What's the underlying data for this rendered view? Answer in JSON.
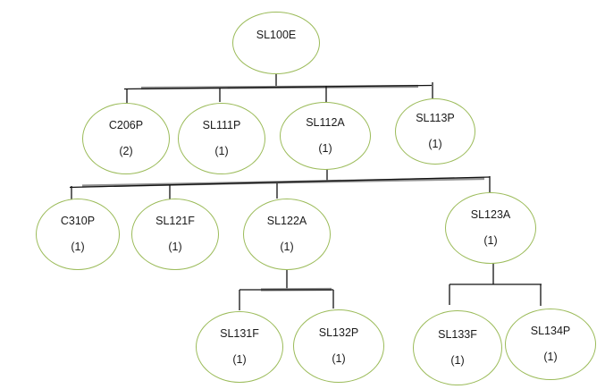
{
  "diagram": {
    "type": "tree",
    "background_color": "#ffffff",
    "node_outline_color": "#9bbb59",
    "node_fill_color": "#ffffff",
    "connector_color": "#121212",
    "connector_shadow_color": "#919191",
    "text_color": "#1a1a1a",
    "nodes": [
      {
        "id": "SL100E",
        "label": "SL100E",
        "count": "",
        "parent": null
      },
      {
        "id": "C206P",
        "label": "C206P",
        "count": "(2)",
        "parent": "SL100E"
      },
      {
        "id": "SL111P",
        "label": "SL111P",
        "count": "(1)",
        "parent": "SL100E"
      },
      {
        "id": "SL112A",
        "label": "SL112A",
        "count": "(1)",
        "parent": "SL100E"
      },
      {
        "id": "SL113P",
        "label": "SL113P",
        "count": "(1)",
        "parent": "SL100E"
      },
      {
        "id": "C310P",
        "label": "C310P",
        "count": "(1)",
        "parent": "SL112A"
      },
      {
        "id": "SL121F",
        "label": "SL121F",
        "count": "(1)",
        "parent": "SL112A"
      },
      {
        "id": "SL122A",
        "label": "SL122A",
        "count": "(1)",
        "parent": "SL112A"
      },
      {
        "id": "SL123A",
        "label": "SL123A",
        "count": "(1)",
        "parent": "SL112A"
      },
      {
        "id": "SL131F",
        "label": "SL131F",
        "count": "(1)",
        "parent": "SL122A"
      },
      {
        "id": "SL132P",
        "label": "SL132P",
        "count": "(1)",
        "parent": "SL122A"
      },
      {
        "id": "SL133F",
        "label": "SL133F",
        "count": "(1)",
        "parent": "SL123A"
      },
      {
        "id": "SL134P",
        "label": "SL134P",
        "count": "(1)",
        "parent": "SL123A"
      }
    ]
  }
}
